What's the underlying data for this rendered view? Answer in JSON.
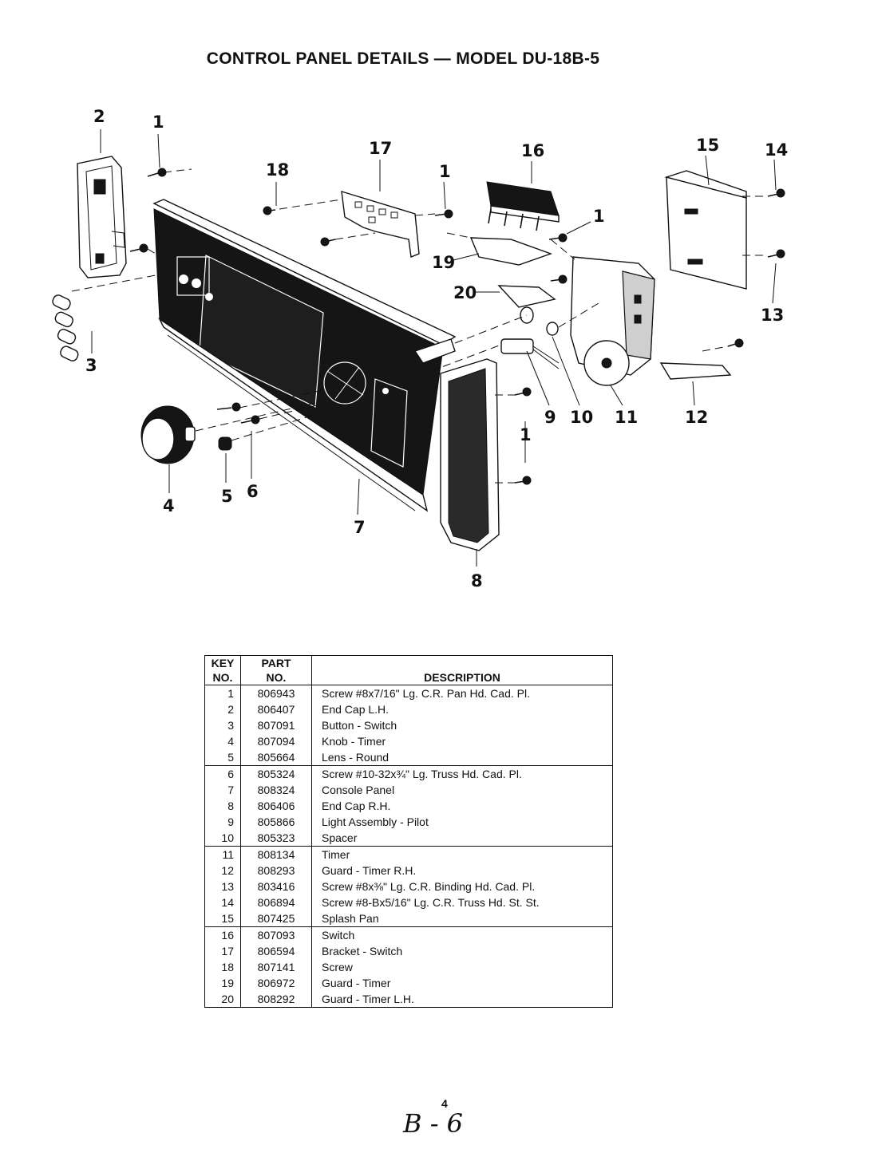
{
  "title": "CONTROL PANEL DETAILS — MODEL DU-18B-5",
  "callouts": [
    {
      "id": "c2",
      "text": "2"
    },
    {
      "id": "c1a",
      "text": "1"
    },
    {
      "id": "c17",
      "text": "17"
    },
    {
      "id": "c16",
      "text": "16"
    },
    {
      "id": "c15",
      "text": "15"
    },
    {
      "id": "c14",
      "text": "14"
    },
    {
      "id": "c18",
      "text": "18"
    },
    {
      "id": "c1b",
      "text": "1"
    },
    {
      "id": "c1c",
      "text": "1"
    },
    {
      "id": "c19",
      "text": "19"
    },
    {
      "id": "c20",
      "text": "20"
    },
    {
      "id": "c13",
      "text": "13"
    },
    {
      "id": "c3",
      "text": "3"
    },
    {
      "id": "c9",
      "text": "9"
    },
    {
      "id": "c10",
      "text": "10"
    },
    {
      "id": "c11",
      "text": "11"
    },
    {
      "id": "c12",
      "text": "12"
    },
    {
      "id": "c1d",
      "text": "1"
    },
    {
      "id": "c4",
      "text": "4"
    },
    {
      "id": "c5",
      "text": "5"
    },
    {
      "id": "c6",
      "text": "6"
    },
    {
      "id": "c7",
      "text": "7"
    },
    {
      "id": "c8",
      "text": "8"
    }
  ],
  "table": {
    "headers": {
      "key": [
        "KEY",
        "NO."
      ],
      "part": [
        "PART",
        "NO."
      ],
      "desc": "DESCRIPTION"
    },
    "rows": [
      {
        "key": "1",
        "part": "806943",
        "desc": "Screw #8x7/16\" Lg. C.R. Pan Hd. Cad. Pl."
      },
      {
        "key": "2",
        "part": "806407",
        "desc": "End Cap L.H."
      },
      {
        "key": "3",
        "part": "807091",
        "desc": "Button - Switch"
      },
      {
        "key": "4",
        "part": "807094",
        "desc": "Knob - Timer"
      },
      {
        "key": "5",
        "part": "805664",
        "desc": "Lens - Round"
      },
      {
        "key": "6",
        "part": "805324",
        "desc": "Screw #10-32x¾\" Lg. Truss Hd. Cad. Pl."
      },
      {
        "key": "7",
        "part": "808324",
        "desc": "Console Panel"
      },
      {
        "key": "8",
        "part": "806406",
        "desc": "End Cap R.H."
      },
      {
        "key": "9",
        "part": "805866",
        "desc": "Light Assembly - Pilot"
      },
      {
        "key": "10",
        "part": "805323",
        "desc": "Spacer"
      },
      {
        "key": "11",
        "part": "808134",
        "desc": "Timer"
      },
      {
        "key": "12",
        "part": "808293",
        "desc": "Guard - Timer R.H."
      },
      {
        "key": "13",
        "part": "803416",
        "desc": "Screw #8x⅜\" Lg. C.R. Binding Hd. Cad. Pl."
      },
      {
        "key": "14",
        "part": "806894",
        "desc": "Screw #8-Bx5/16\" Lg. C.R. Truss Hd. St. St."
      },
      {
        "key": "15",
        "part": "807425",
        "desc": "Splash Pan"
      },
      {
        "key": "16",
        "part": "807093",
        "desc": "Switch"
      },
      {
        "key": "17",
        "part": "806594",
        "desc": "Bracket - Switch"
      },
      {
        "key": "18",
        "part": "807141",
        "desc": "Screw"
      },
      {
        "key": "19",
        "part": "806972",
        "desc": "Guard - Timer"
      },
      {
        "key": "20",
        "part": "808292",
        "desc": "Guard - Timer L.H."
      }
    ]
  },
  "page_note": {
    "superscript": "4",
    "main": "B - 6"
  }
}
